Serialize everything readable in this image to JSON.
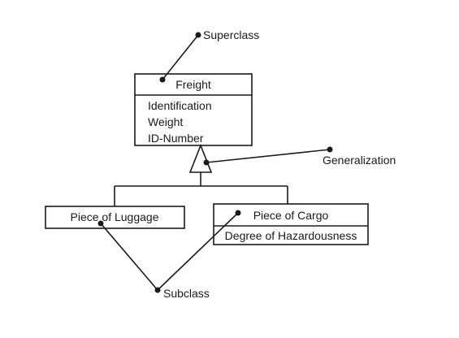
{
  "diagram": {
    "superclass": {
      "name": "Freight",
      "attributes": [
        "Identification",
        "Weight",
        "ID-Number"
      ]
    },
    "subclasses": [
      {
        "name": "Piece of Luggage",
        "attributes": []
      },
      {
        "name": "Piece of Cargo",
        "attributes": [
          "Degree of Hazardousness"
        ]
      }
    ],
    "callouts": {
      "superclass": "Superclass",
      "generalization": "Generalization",
      "subclass": "Subclass"
    }
  }
}
